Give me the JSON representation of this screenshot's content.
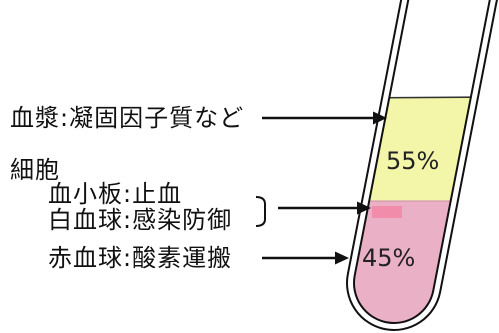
{
  "labels": {
    "plasma": "血漿:凝固因子質など",
    "cells_heading": "細胞",
    "platelets": "血小板:止血",
    "leukocytes": "白血球:感染防御",
    "erythrocytes": "赤血球:酸素運搬"
  },
  "tube": {
    "plasma_percent": "55%",
    "cells_percent": "45%"
  },
  "colors": {
    "plasma": "#f3f6a8",
    "red_cells": "#eab0c6",
    "buffy_coat": "#f28cab",
    "line": "#111111"
  }
}
